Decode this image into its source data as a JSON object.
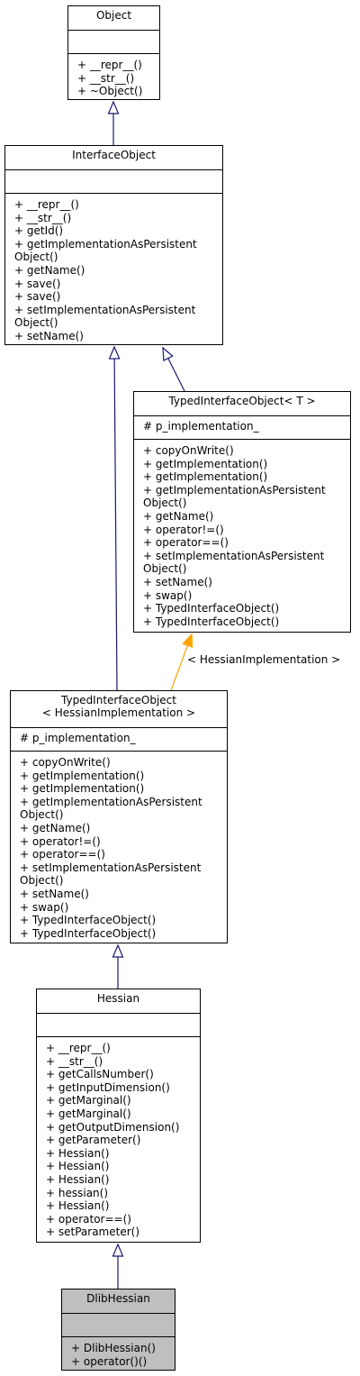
{
  "diagram": {
    "nodes": [
      {
        "id": "object",
        "name_lines": [
          "Object"
        ],
        "attributes": [],
        "methods": [
          "+ __repr__()",
          "+ __str__()",
          "+ ~Object()"
        ],
        "highlight": false
      },
      {
        "id": "interface-object",
        "name_lines": [
          "InterfaceObject"
        ],
        "attributes": [],
        "methods": [
          "+ __repr__()",
          "+ __str__()",
          "+ getId()",
          "+ getImplementationAsPersistent",
          "Object()",
          "+ getName()",
          "+ save()",
          "+ save()",
          "+ setImplementationAsPersistent",
          "Object()",
          "+ setName()"
        ],
        "highlight": false
      },
      {
        "id": "typed-interface-object-template",
        "name_lines": [
          "TypedInterfaceObject< T >"
        ],
        "attributes": [
          "# p_implementation_"
        ],
        "methods": [
          "+ copyOnWrite()",
          "+ getImplementation()",
          "+ getImplementation()",
          "+ getImplementationAsPersistent",
          "Object()",
          "+ getName()",
          "+ operator!=()",
          "+ operator==()",
          "+ setImplementationAsPersistent",
          "Object()",
          "+ setName()",
          "+ swap()",
          "+ TypedInterfaceObject()",
          "+ TypedInterfaceObject()"
        ],
        "highlight": false
      },
      {
        "id": "typed-interface-object-hessian",
        "name_lines": [
          "TypedInterfaceObject",
          "< HessianImplementation >"
        ],
        "attributes": [
          "# p_implementation_"
        ],
        "methods": [
          "+ copyOnWrite()",
          "+ getImplementation()",
          "+ getImplementation()",
          "+ getImplementationAsPersistent",
          "Object()",
          "+ getName()",
          "+ operator!=()",
          "+ operator==()",
          "+ setImplementationAsPersistent",
          "Object()",
          "+ setName()",
          "+ swap()",
          "+ TypedInterfaceObject()",
          "+ TypedInterfaceObject()"
        ],
        "highlight": false
      },
      {
        "id": "hessian",
        "name_lines": [
          "Hessian"
        ],
        "attributes": [],
        "methods": [
          "+ __repr__()",
          "+ __str__()",
          "+ getCallsNumber()",
          "+ getInputDimension()",
          "+ getMarginal()",
          "+ getMarginal()",
          "+ getOutputDimension()",
          "+ getParameter()",
          "+ Hessian()",
          "+ Hessian()",
          "+ Hessian()",
          "+ hessian()",
          "+ Hessian()",
          "+ operator==()",
          "+ setParameter()"
        ],
        "highlight": false
      },
      {
        "id": "dlib-hessian",
        "name_lines": [
          "DlibHessian"
        ],
        "attributes": [],
        "methods": [
          "+ DlibHessian()",
          "+ operator()()"
        ],
        "highlight": true
      }
    ],
    "edges": [
      {
        "from": "interface-object",
        "to": "object",
        "kind": "inheritance",
        "color": "#191970",
        "label": ""
      },
      {
        "from": "typed-interface-object-hessian",
        "to": "interface-object",
        "kind": "inheritance",
        "color": "#191970",
        "label": ""
      },
      {
        "from": "typed-interface-object-template",
        "to": "interface-object",
        "kind": "inheritance",
        "color": "#191970",
        "label": ""
      },
      {
        "from": "typed-interface-object-hessian",
        "to": "typed-interface-object-template",
        "kind": "template-instantiation",
        "color": "#ffa500",
        "label": "< HessianImplementation >"
      },
      {
        "from": "hessian",
        "to": "typed-interface-object-hessian",
        "kind": "inheritance",
        "color": "#191970",
        "label": ""
      },
      {
        "from": "dlib-hessian",
        "to": "hessian",
        "kind": "inheritance",
        "color": "#191970",
        "label": ""
      }
    ]
  }
}
